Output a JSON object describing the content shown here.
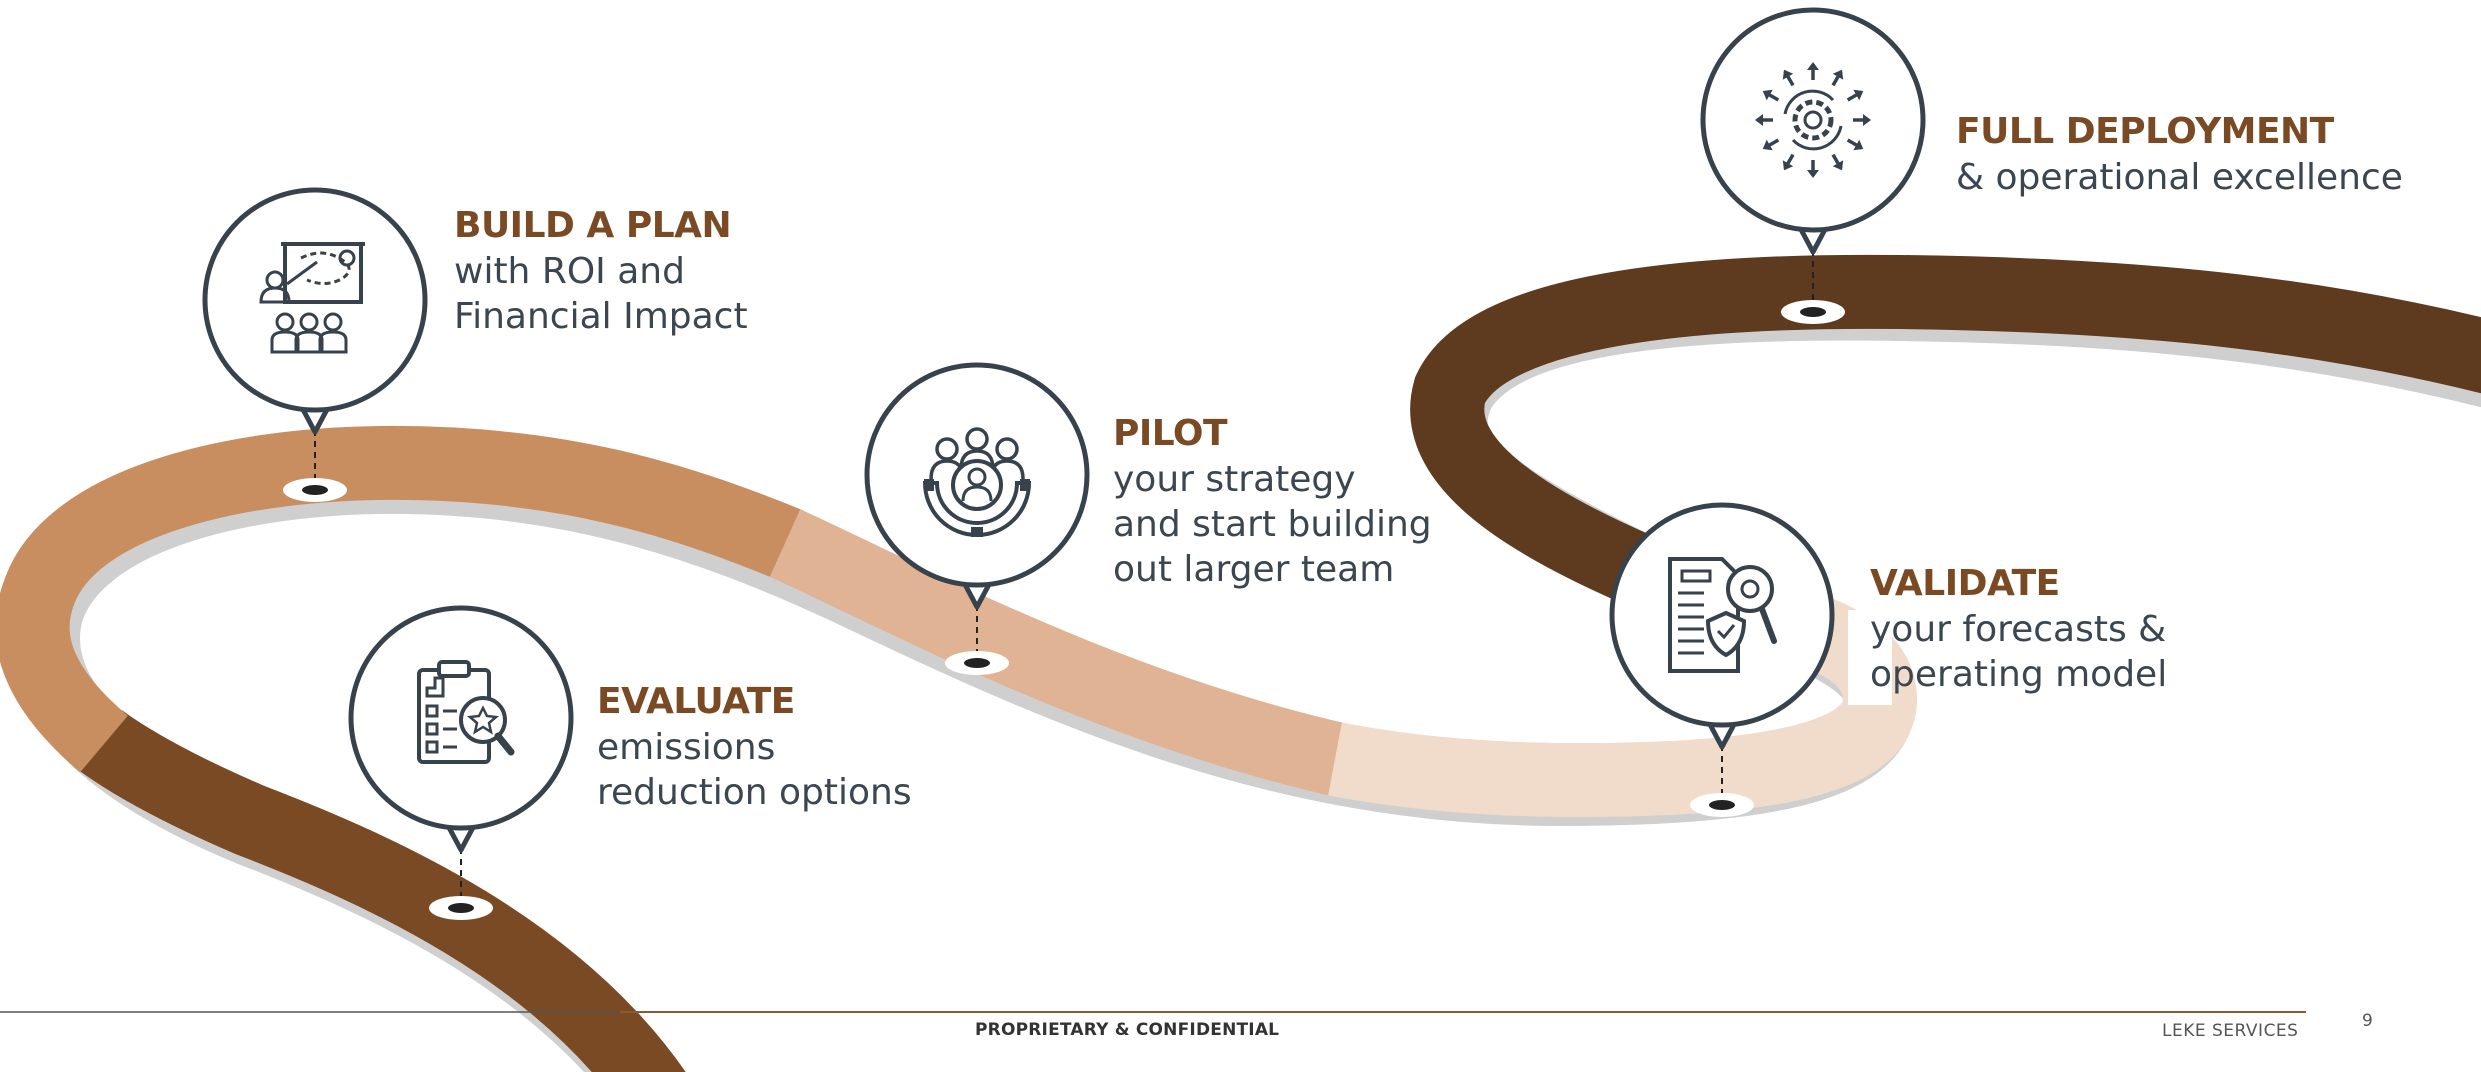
{
  "colors": {
    "title": "#7a4a24",
    "text": "#3b4650",
    "icon": "#37424c",
    "road_1": "#7a4a24",
    "road_2": "#c98e5f",
    "road_3": "#dfb393",
    "road_4": "#f1dccb",
    "road_5": "#5e3a1e",
    "road_shadow": "#cfcfcf",
    "footer_line": "#8b5a33"
  },
  "steps": [
    {
      "id": "evaluate",
      "title": "EVALUATE",
      "desc": [
        "emissions",
        "reduction options"
      ],
      "icon": "clipboard-search-icon"
    },
    {
      "id": "build",
      "title": "BUILD A PLAN",
      "desc": [
        "with ROI and",
        "Financial Impact"
      ],
      "icon": "presentation-board-icon"
    },
    {
      "id": "pilot",
      "title": "PILOT",
      "desc": [
        "your strategy",
        "and start building",
        "out larger team"
      ],
      "icon": "team-gear-icon"
    },
    {
      "id": "validate",
      "title": "VALIDATE",
      "desc": [
        "your forecasts &",
        "operating model"
      ],
      "icon": "document-shield-icon"
    },
    {
      "id": "deploy",
      "title": "FULL DEPLOYMENT",
      "desc": [
        "& operational excellence"
      ],
      "icon": "gear-arrows-icon"
    }
  ],
  "footer": {
    "center": "PROPRIETARY & CONFIDENTIAL",
    "right": "LEKE SERVICES",
    "page": "9"
  }
}
